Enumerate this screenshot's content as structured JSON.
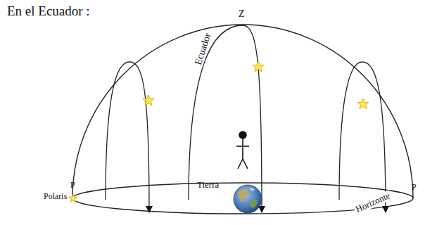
{
  "diagram": {
    "title": "En el Ecuador :",
    "labels": [
      "Z",
      "Ecuador",
      "P",
      "Polaris",
      "Tierra",
      "Horizonte",
      "P"
    ]
  }
}
